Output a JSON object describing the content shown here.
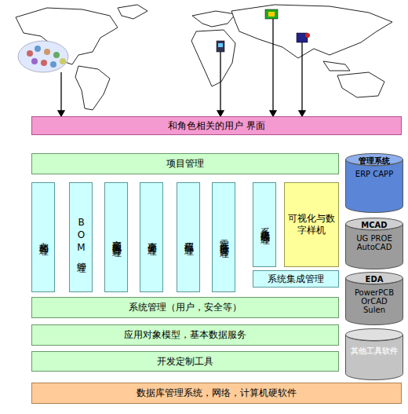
{
  "diagram": {
    "nodes": [
      {
        "text": [
          "和角色相关的用户 界面"
        ]
      },
      {
        "text": [
          "项目管理"
        ]
      },
      {
        "text": [
          "文档管理"
        ]
      },
      {
        "text": [
          "BOM管理"
        ]
      },
      {
        "text": [
          "高级配置管理"
        ]
      },
      {
        "text": [
          "变更管理"
        ]
      },
      {
        "text": [
          "流程管理"
        ]
      },
      {
        "text": [
          "零部件分类管理"
        ]
      },
      {
        "text": [
          "系统集成管理"
        ]
      },
      {
        "text": [
          "可视化与数字样机"
        ]
      },
      {
        "text": [
          "系统集成管理"
        ]
      },
      {
        "text": [
          "系统管理（用户，安全等）"
        ]
      },
      {
        "text": [
          "应用对象模型，基本数据服务"
        ]
      },
      {
        "text": [
          "开发定制工具"
        ]
      },
      {
        "text": [
          "数据库管理系统，网络，计算机硬软件"
        ]
      },
      {
        "text": [
          "管理系统",
          "ERP CAPP"
        ]
      },
      {
        "text": [
          "MCAD",
          "UG PROE AutoCAD"
        ]
      },
      {
        "text": [
          "EDA",
          "PowerPCB OrCAD Sulen"
        ]
      },
      {
        "text": [
          "其他工具软件"
        ]
      }
    ]
  }
}
